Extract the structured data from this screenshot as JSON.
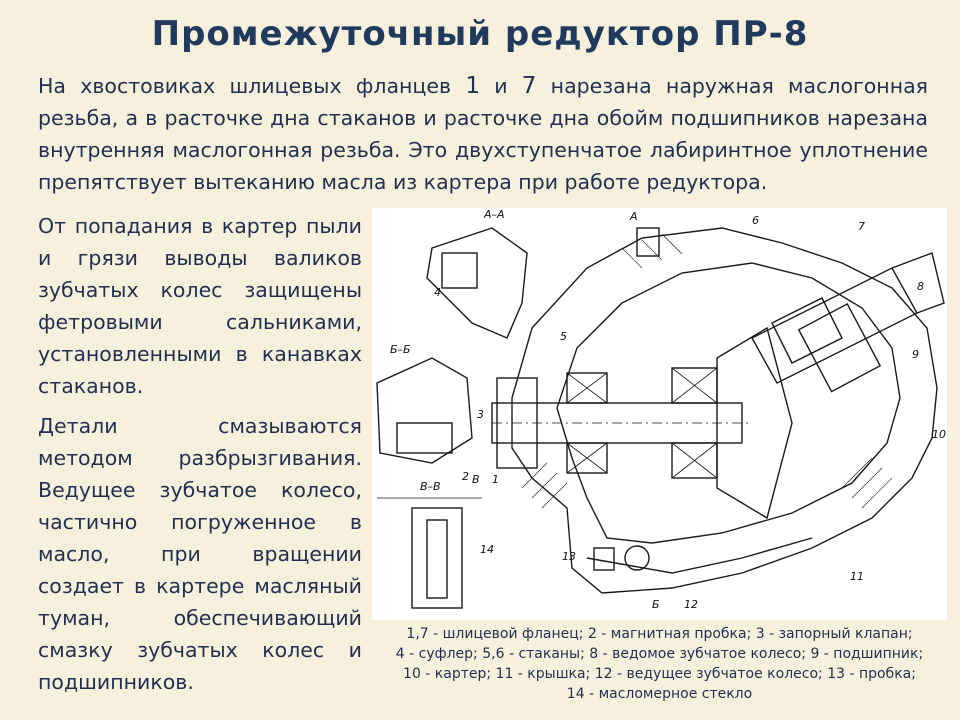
{
  "title": "Промежуточный редуктор ПР-8",
  "intro": {
    "part1": "На хвостовиках шлицевых фланцев ",
    "num1": "1",
    "part2": " и ",
    "num2": "7",
    "part3": " нарезана наружная маслогонная резьба, а в расточке дна стаканов и расточке дна обойм подшипников нарезана внутренняя маслогонная резьба. Это двухступенчатое лабиринтное уплотнение препятствует вытеканию масла из картера при работе редуктора."
  },
  "paragraph_seals": "От попадания в картер пыли и грязи выводы валиков зубчатых колес защищены фетровыми сальниками, установленными в канавках стаканов.",
  "paragraph_lubrication": "Детали смазываются методом разбрызгивания. Ведущее зубчатое колесо, частично погруженное в масло, при вращении создает в картере масляный туман, обеспечивающий смазку зубчатых колес и подшипников.",
  "figure_labels": {
    "section_aa": "А–А",
    "section_bb": "Б–Б",
    "section_vv": "В–В",
    "arrow_a": "А",
    "arrow_b": "Б",
    "arrow_v": "В",
    "n1": "1",
    "n2": "2",
    "n3": "3",
    "n4": "4",
    "n5": "5",
    "n6": "6",
    "n7": "7",
    "n8": "8",
    "n9": "9",
    "n10": "10",
    "n11": "11",
    "n12": "12",
    "n13": "13",
    "n14": "14"
  },
  "caption": {
    "line1": "1,7 - шлицевой фланец; 2 - магнитная пробка; 3 - запорный клапан;",
    "line2": "4 - суфлер; 5,6 - стаканы; 8 - ведомое зубчатое колесо; 9 - подшипник;",
    "line3": "10 - картер; 11 - крышка; 12 - ведущее зубчатое колесо; 13 - пробка;",
    "line4": "14 - масломерное стекло"
  }
}
